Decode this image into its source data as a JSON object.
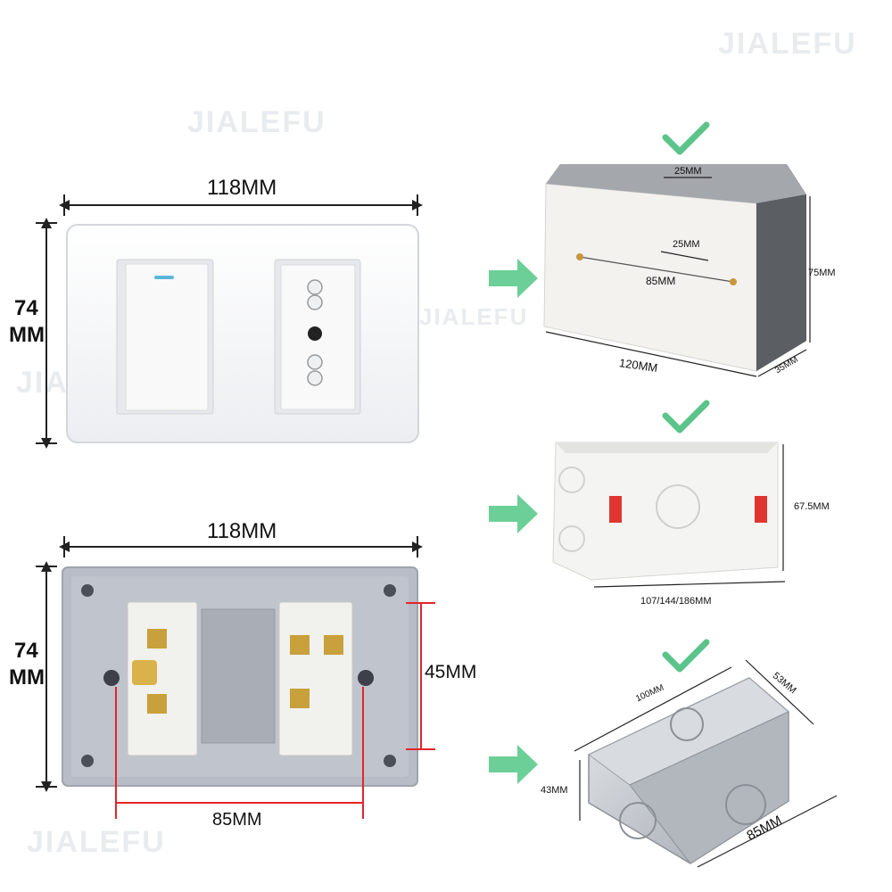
{
  "brand": {
    "watermark": "JIALEFU",
    "watermark_logo": "JIALEFU"
  },
  "top_panel": {
    "width_label": "118MM",
    "height_label_line1": "74",
    "height_label_line2": "MM"
  },
  "bottom_panel": {
    "width_label": "118MM",
    "height_label_line1": "74",
    "height_label_line2": "MM",
    "screw_spacing_label": "85MM",
    "vertical_spacing_label": "45MM"
  },
  "box_pvc_grey": {
    "top_notch": "25MM",
    "inner_notch": "25MM",
    "hole_spacing": "85MM",
    "length": "120MM",
    "height": "75MM",
    "depth": "35MM",
    "icon": "check-icon"
  },
  "box_pvc_white": {
    "height": "67.5MM",
    "length": "107/144/186MM",
    "icon": "check-icon"
  },
  "box_metal": {
    "length": "100MM",
    "width": "53MM",
    "height": "43MM",
    "hole_spacing": "85MM",
    "icon": "check-icon"
  },
  "colors": {
    "check": "#5cc48a",
    "arrow": "#6dcf98",
    "red_dim": "#e0262c",
    "panel_back": "#b7bcc6"
  }
}
